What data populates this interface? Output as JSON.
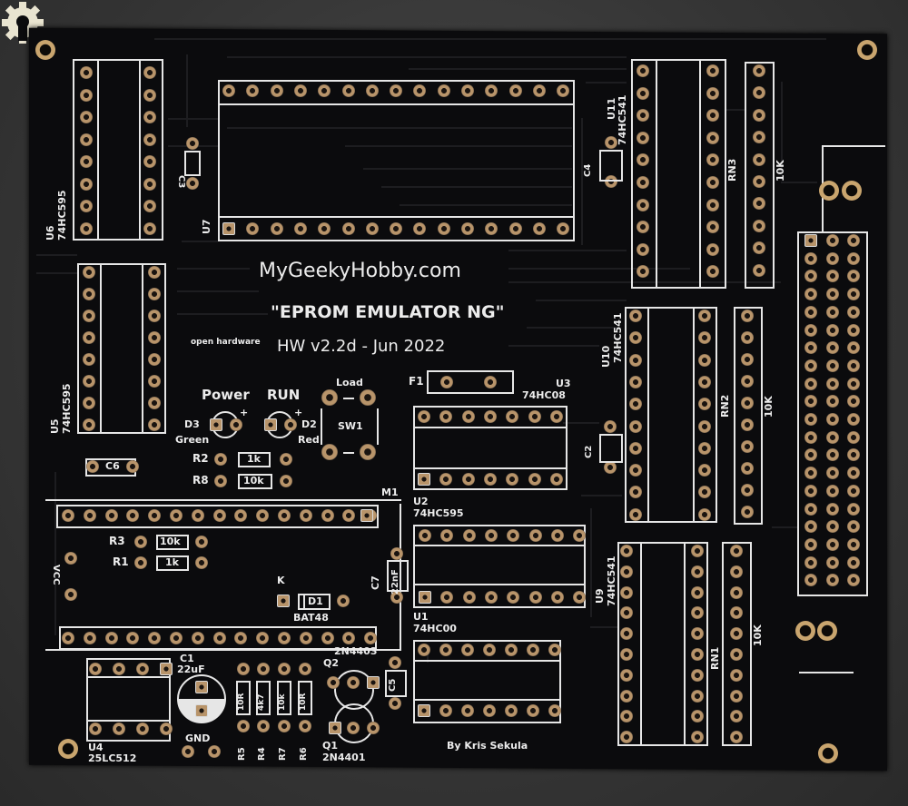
{
  "board": {
    "website": "MyGeekyHobby.com",
    "title": "\"EPROM EMULATOR NG\"",
    "version": "HW v2.2d - Jun 2022",
    "logo_text": "open hardware",
    "author": "By Kris Sekula"
  },
  "components": {
    "U6": {
      "ref": "U6",
      "value": "74HC595"
    },
    "U5": {
      "ref": "U5",
      "value": "74HC595"
    },
    "U7": {
      "ref": "U7"
    },
    "C3": {
      "ref": "C3"
    },
    "C4": {
      "ref": "C4"
    },
    "U11": {
      "ref": "U11",
      "value": "74HC541"
    },
    "RN3": {
      "ref": "RN3",
      "value": "10K"
    },
    "C6": {
      "ref": "C6"
    },
    "power_label": "Power",
    "run_label": "RUN",
    "D3": {
      "ref": "D3",
      "value": "Green"
    },
    "D2": {
      "ref": "D2",
      "value": "Red"
    },
    "plus": "+",
    "R2": {
      "ref": "R2",
      "value": "1k"
    },
    "R8": {
      "ref": "R8",
      "value": "10k"
    },
    "SW1": {
      "ref": "SW1",
      "label": "Load"
    },
    "F1": {
      "ref": "F1"
    },
    "U3": {
      "ref": "U3",
      "value": "74HC08"
    },
    "C2": {
      "ref": "C2"
    },
    "U10": {
      "ref": "U10",
      "value": "74HC541"
    },
    "RN2": {
      "ref": "RN2",
      "value": "10K"
    },
    "M1": {
      "ref": "M1"
    },
    "U2": {
      "ref": "U2",
      "value": "74HC595"
    },
    "C7": {
      "ref": "C7",
      "value": "22nF"
    },
    "R3": {
      "ref": "R3",
      "value": "10k"
    },
    "R1": {
      "ref": "R1",
      "value": "1k"
    },
    "VCC": "VCC",
    "D1": {
      "ref": "D1",
      "value": "BAT48",
      "cathode": "K"
    },
    "U1": {
      "ref": "U1",
      "value": "74HC00"
    },
    "U9": {
      "ref": "U9",
      "value": "74HC541"
    },
    "RN1": {
      "ref": "RN1",
      "value": "10K"
    },
    "U4": {
      "ref": "U4",
      "value": "25LC512"
    },
    "C1": {
      "ref": "C1",
      "value": "22uF"
    },
    "R5": {
      "ref": "R5",
      "value": "10R"
    },
    "R4": {
      "ref": "R4",
      "value": "4k7"
    },
    "R7": {
      "ref": "R7",
      "value": "10k"
    },
    "R6": {
      "ref": "R6",
      "value": "10R"
    },
    "Q2": {
      "ref": "Q2",
      "value": "2N4403"
    },
    "Q1": {
      "ref": "Q1",
      "value": "2N4401"
    },
    "C5": {
      "ref": "C5"
    },
    "GND": "GND"
  },
  "colors": {
    "soldermask": "#0b0b0d",
    "silkscreen": "#e6e6e6",
    "pad_gold": "#b8946a",
    "background": "#3a3a3a"
  }
}
